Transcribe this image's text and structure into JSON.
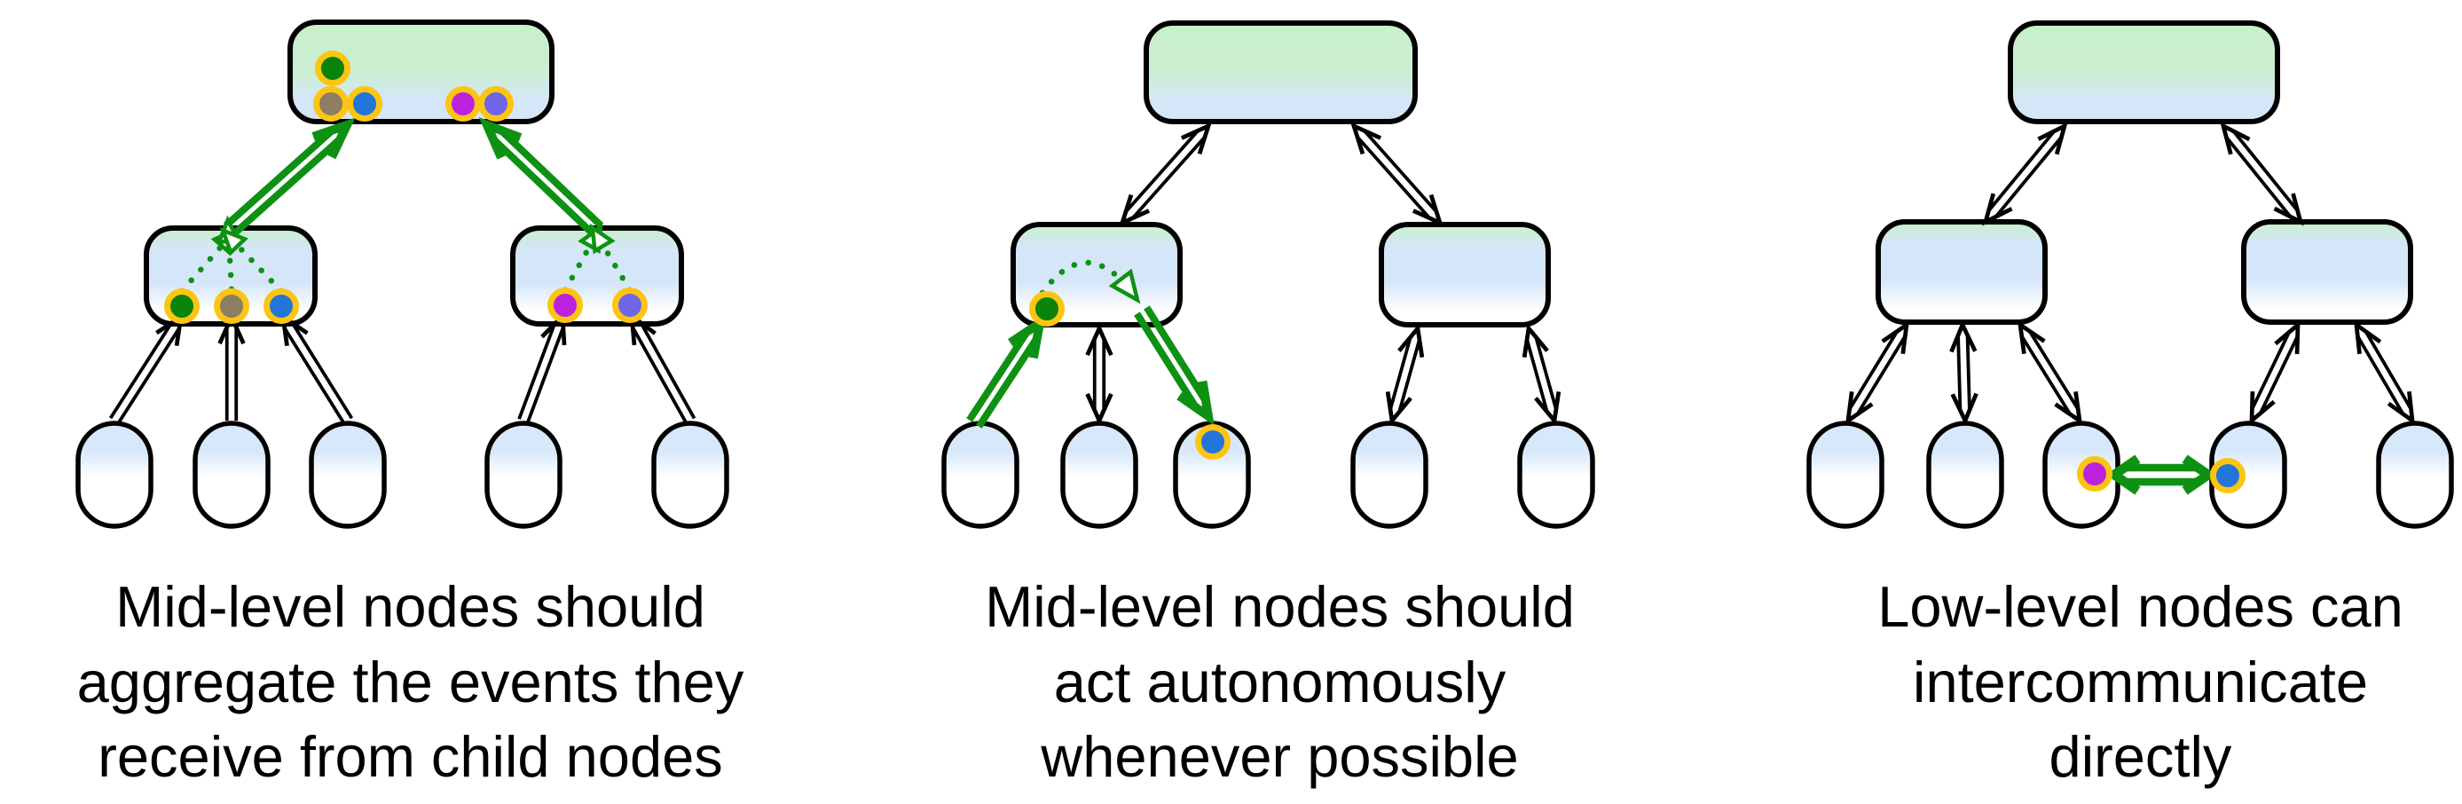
{
  "figure": {
    "captions": [
      {
        "text": "Mid-level nodes should\naggregate the events they\nreceive from child nodes"
      },
      {
        "text": "Mid-level nodes should\nact autonomously\nwhenever possible"
      },
      {
        "text": "Low-level nodes can\nintercommunicate\ndirectly"
      }
    ]
  },
  "palette": {
    "outline": "#000000",
    "node_green": "#c8f0c9",
    "node_green_soft": "#cceed3",
    "node_blue": "#d5e6f9",
    "pill_blue": "#d7e8fb",
    "white": "#ffffff",
    "arrow_black": "#000000",
    "arrow_green": "#0e9113",
    "dot_ring": "#fdc513",
    "dot_green": "#0a830a",
    "dot_gray": "#8d7d61",
    "dot_blue": "#2376d8",
    "dot_magenta": "#bc22de",
    "dot_violet": "#6e65e7"
  }
}
